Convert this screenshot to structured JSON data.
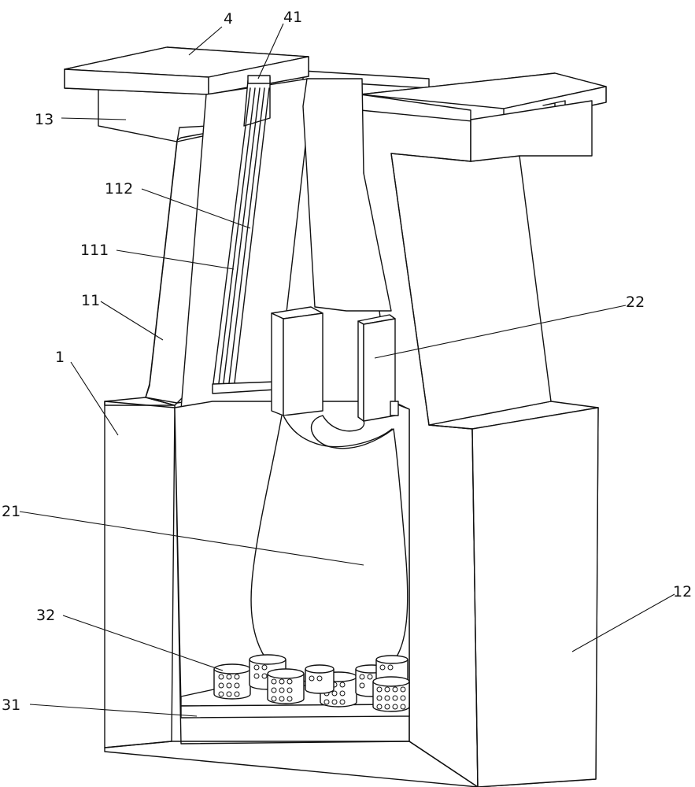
{
  "labels": {
    "l4": "4",
    "l41": "41",
    "l13": "13",
    "l112": "112",
    "l111": "111",
    "l11": "11",
    "l1": "1",
    "l22": "22",
    "l21": "21",
    "l12": "12",
    "l32": "32",
    "l31": "31"
  }
}
